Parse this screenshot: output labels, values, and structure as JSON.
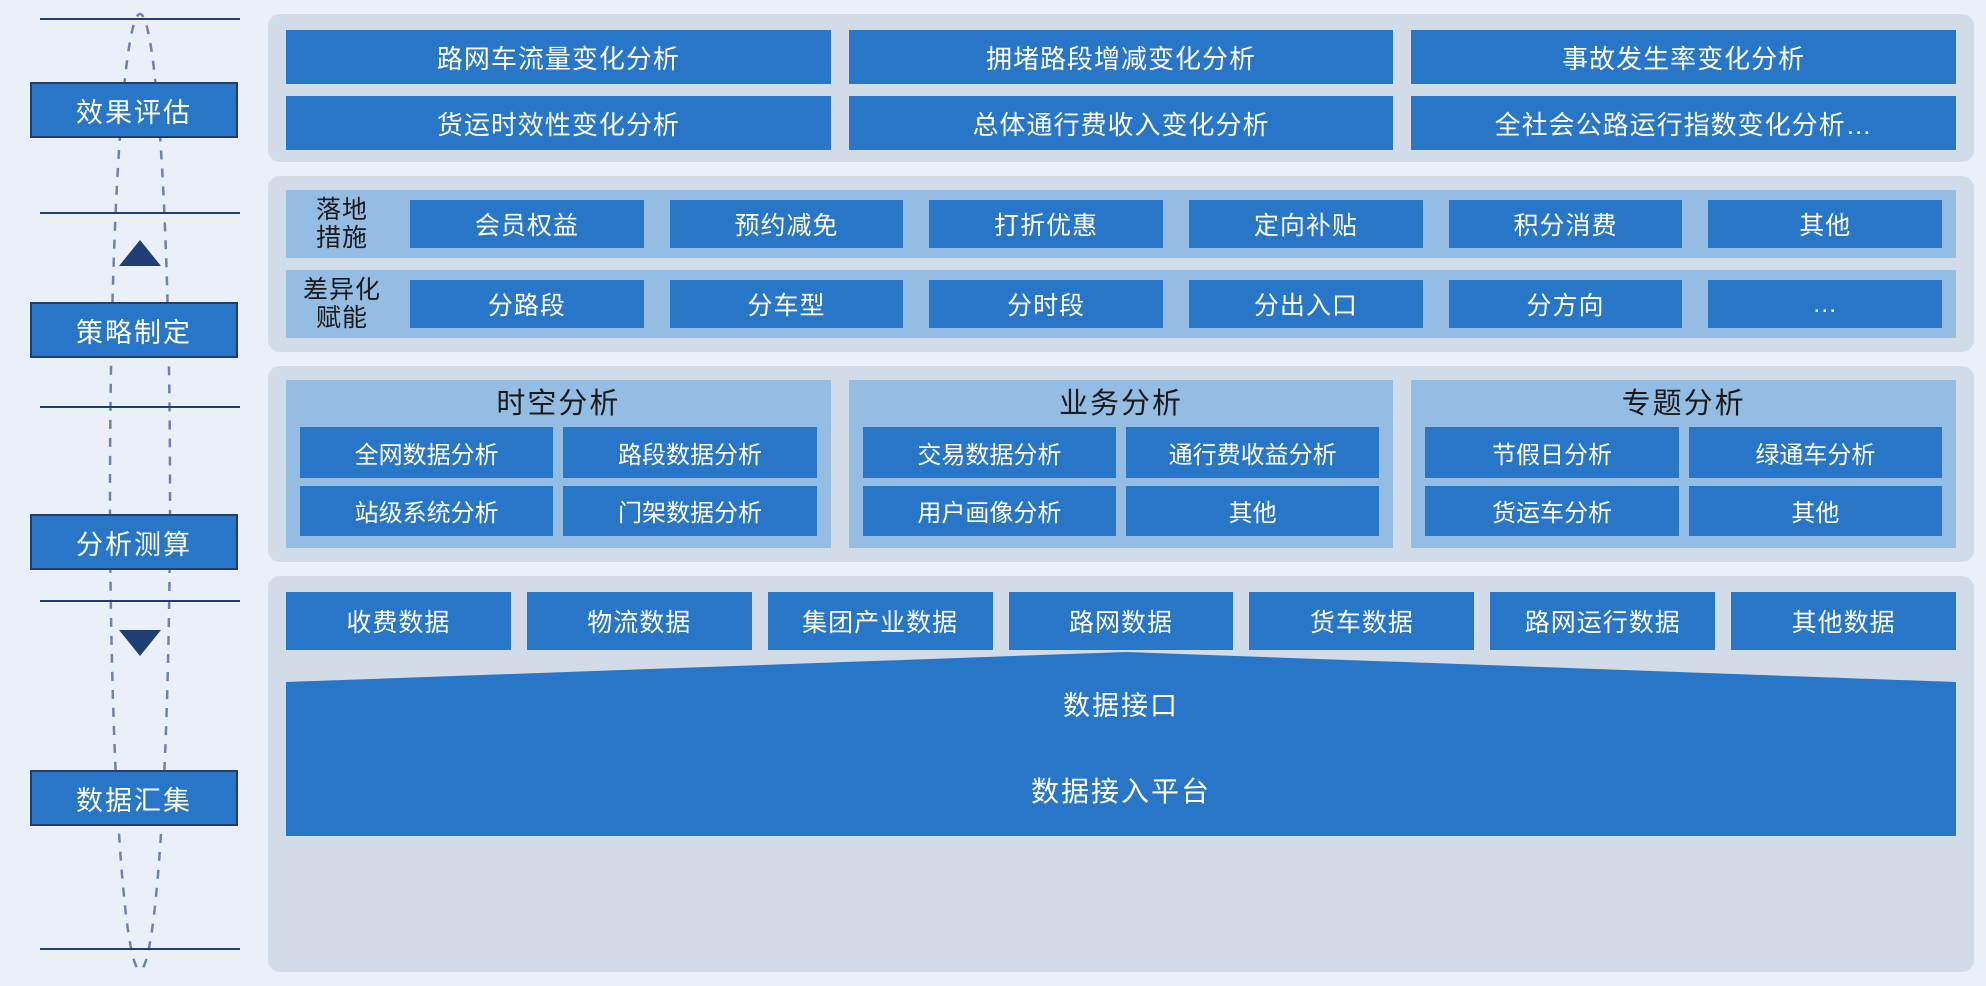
{
  "stages": [
    {
      "label": "效果评估"
    },
    {
      "label": "策略制定"
    },
    {
      "label": "分析测算"
    },
    {
      "label": "数据汇集"
    }
  ],
  "colors": {
    "page_background": "#EBEFF7",
    "panel_background": "#D2DCE9",
    "tile_blue": "#2776C8",
    "band_blue": "#94BDE4",
    "navy": "#1F3E73",
    "text_light": "#FFFFFF",
    "text_dark": "#1A1A1A"
  },
  "evaluation": {
    "rows": [
      [
        "路网车流量变化分析",
        "拥堵路段增减变化分析",
        "事故发生率变化分析"
      ],
      [
        "货运时效性变化分析",
        "总体通行费收入变化分析",
        "全社会公路运行指数变化分析…"
      ]
    ]
  },
  "strategy": {
    "bands": [
      {
        "label": "落地\n措施",
        "label_line1": "落地",
        "label_line2": "措施",
        "items": [
          "会员权益",
          "预约减免",
          "打折优惠",
          "定向补贴",
          "积分消费",
          "其他"
        ]
      },
      {
        "label": "差异化\n赋能",
        "label_line1": "差异化",
        "label_line2": "赋能",
        "items": [
          "分路段",
          "分车型",
          "分时段",
          "分出入口",
          "分方向",
          "…"
        ]
      }
    ]
  },
  "analysis": {
    "cards": [
      {
        "title": "时空分析",
        "items": [
          "全网数据分析",
          "路段数据分析",
          "站级系统分析",
          "门架数据分析"
        ]
      },
      {
        "title": "业务分析",
        "items": [
          "交易数据分析",
          "通行费收益分析",
          "用户画像分析",
          "其他"
        ]
      },
      {
        "title": "专题分析",
        "items": [
          "节假日分析",
          "绿通车分析",
          "货运车分析",
          "其他"
        ]
      }
    ]
  },
  "data_collection": {
    "sources": [
      "收费数据",
      "物流数据",
      "集团产业数据",
      "路网数据",
      "货车数据",
      "路网运行数据",
      "其他数据"
    ],
    "interface_label": "数据接口",
    "platform_label": "数据接入平台"
  }
}
